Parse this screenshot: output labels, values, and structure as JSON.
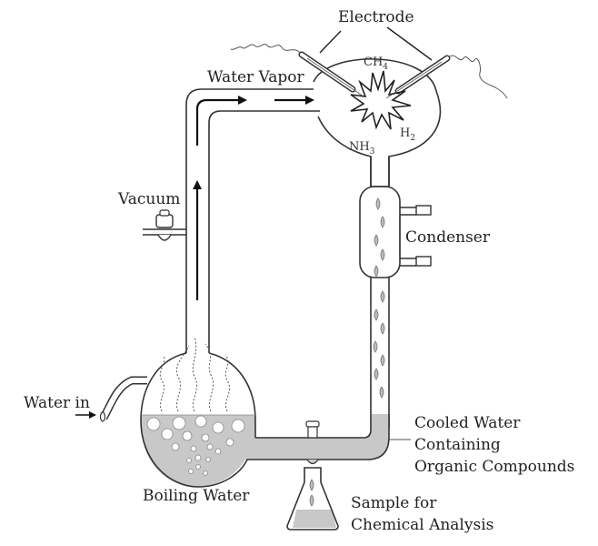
{
  "title": "Miller-Urey Experiment Apparatus",
  "labels": {
    "electrode": "Electrode",
    "water_vapor": "Water Vapor",
    "vacuum": "Vacuum",
    "condenser": "Condenser",
    "water_in": "Water in",
    "boiling_water": "Boiling Water",
    "cooled_water": [
      "Cooled Water",
      "Containing",
      "Organic Compounds"
    ],
    "sample": [
      "Sample for",
      "Chemical Analysis"
    ]
  },
  "gases": {
    "methane": "CH",
    "methane_sub": "4",
    "hydrogen": "H",
    "hydrogen_sub": "2",
    "ammonia": "NH",
    "ammonia_sub": "3"
  },
  "colors": {
    "water": "#c8c8c8",
    "outline": "#333333"
  }
}
